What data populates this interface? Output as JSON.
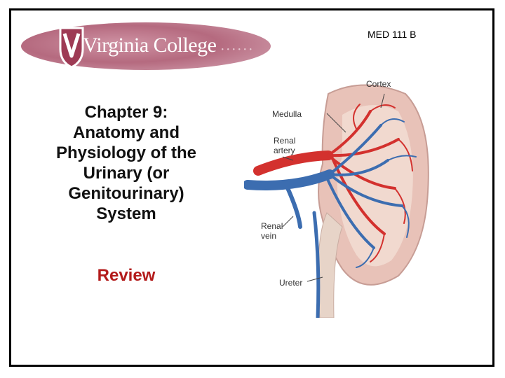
{
  "logo": {
    "name": "Virginia College",
    "dots": "• • • • • •",
    "colors": {
      "oval": "#b56a7f",
      "oval_light": "#d8a8b6",
      "text": "#ffffff"
    }
  },
  "course": {
    "code": "MED 111 B"
  },
  "title": {
    "lines": [
      "Chapter 9:",
      "Anatomy and",
      "Physiology of the",
      "Urinary (or",
      "Genitourinary)",
      "System"
    ]
  },
  "review": {
    "label": "Review",
    "color": "#b31b1b"
  },
  "diagram": {
    "labels": {
      "cortex": "Cortex",
      "medulla": "Medulla",
      "renal_artery": [
        "Renal",
        "artery"
      ],
      "renal_vein": [
        "Renal",
        "vein"
      ],
      "ureter": "Ureter"
    },
    "colors": {
      "artery": "#d3312e",
      "vein": "#3c6db0",
      "kidney": "#f1d9cf",
      "cortex": "#e8c2b8"
    }
  }
}
